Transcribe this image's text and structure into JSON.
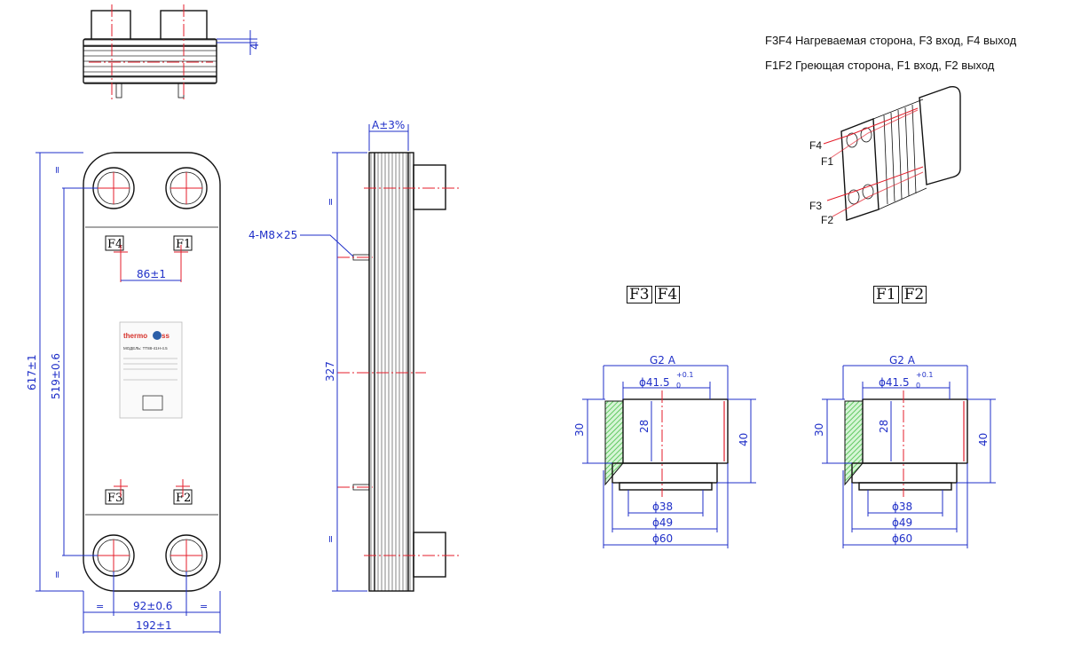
{
  "legend": {
    "line1": "F3F4 Нагреваемая сторона, F3 вход, F4 выход",
    "line2": "F1F2 Греющая сторона, F1 вход, F2 выход"
  },
  "dims": {
    "top_thickness": "4",
    "overall_height": "617±1",
    "port_distance_v": "519±0.6",
    "port_spacing_h": "86±1",
    "port_distance_h": "92±0.6",
    "overall_width": "192±1",
    "equal_mark": "=",
    "stack_a": "A±3%",
    "bolts": "4-M8×25",
    "side_length": "327"
  },
  "ports": {
    "f1": "F1",
    "f2": "F2",
    "f3": "F3",
    "f4": "F4"
  },
  "nameplate": {
    "brand": "thermo",
    "brand2": "ss",
    "model": "МОДЕЛЬ: TT88-41H-4.5"
  },
  "iso_labels": {
    "f4": "F4",
    "f1": "F1",
    "f3": "F3",
    "f2": "F2"
  },
  "sections": [
    {
      "a": "F3",
      "b": "F4",
      "g": "G2  A",
      "d1": "ϕ41.5",
      "tol_up": "+0.1",
      "tol_lo": "0",
      "h30": "30",
      "h28": "28",
      "h40": "40",
      "d38": "ϕ38",
      "d49": "ϕ49",
      "d60": "ϕ60"
    },
    {
      "a": "F1",
      "b": "F2",
      "g": "G2  A",
      "d1": "ϕ41.5",
      "tol_up": "+0.1",
      "tol_lo": "0",
      "h30": "30",
      "h28": "28",
      "h40": "40",
      "d38": "ϕ38",
      "d49": "ϕ49",
      "d60": "ϕ60"
    }
  ],
  "colors": {
    "dimension": "#1f2fc8",
    "centerline": "#e41e2b",
    "outline": "#111111",
    "hatch": "#3dbb3d"
  }
}
